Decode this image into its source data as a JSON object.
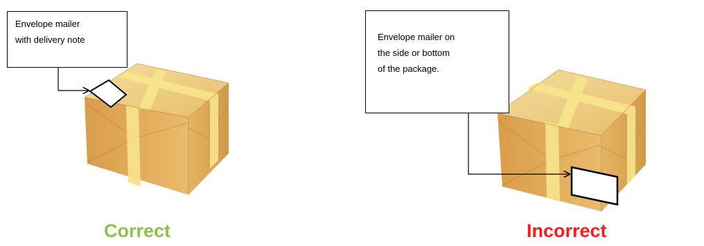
{
  "correct": {
    "callout_text": "Envelope mailer\nwith delivery note",
    "verdict": "Correct",
    "verdict_color": "#8bc34a"
  },
  "incorrect": {
    "callout_text": "Envelope mailer on\nthe side or bottom\nof the package.",
    "verdict": "Incorrect",
    "verdict_color": "#ff1a1a"
  },
  "colors": {
    "box_top": "#f0d184",
    "box_front": "#e1ad5a",
    "box_side": "#c99240",
    "tape": "#f7e78a",
    "envelope": "#ffffff",
    "outline": "#000000"
  }
}
